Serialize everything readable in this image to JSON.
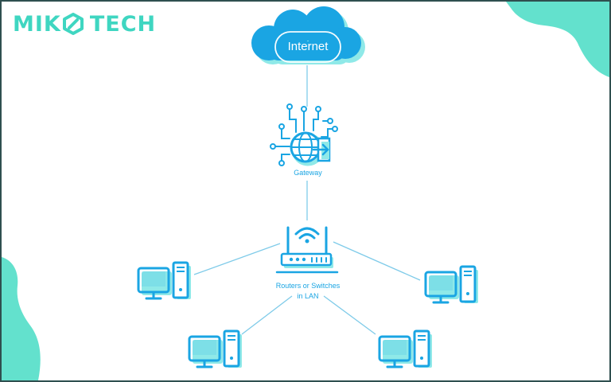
{
  "brand": {
    "logo_left": "MIK",
    "logo_right": "TECH",
    "logo_color": "#3fd6c1"
  },
  "diagram": {
    "accent_color": "#1aa5e3",
    "shadow_color": "#8fe9e8",
    "nodes": {
      "internet": {
        "label": "Internet",
        "icon": "cloud-icon"
      },
      "gateway": {
        "label": "Gateway",
        "icon": "globe-gateway-icon"
      },
      "router": {
        "label_line1": "Routers or Switches",
        "label_line2": "in LAN",
        "icon": "wifi-router-icon"
      },
      "computers": [
        {
          "id": "pc-left",
          "icon": "desktop-computer-icon"
        },
        {
          "id": "pc-right",
          "icon": "desktop-computer-icon"
        },
        {
          "id": "pc-bottom-left",
          "icon": "desktop-computer-icon"
        },
        {
          "id": "pc-bottom-right",
          "icon": "desktop-computer-icon"
        }
      ]
    }
  }
}
